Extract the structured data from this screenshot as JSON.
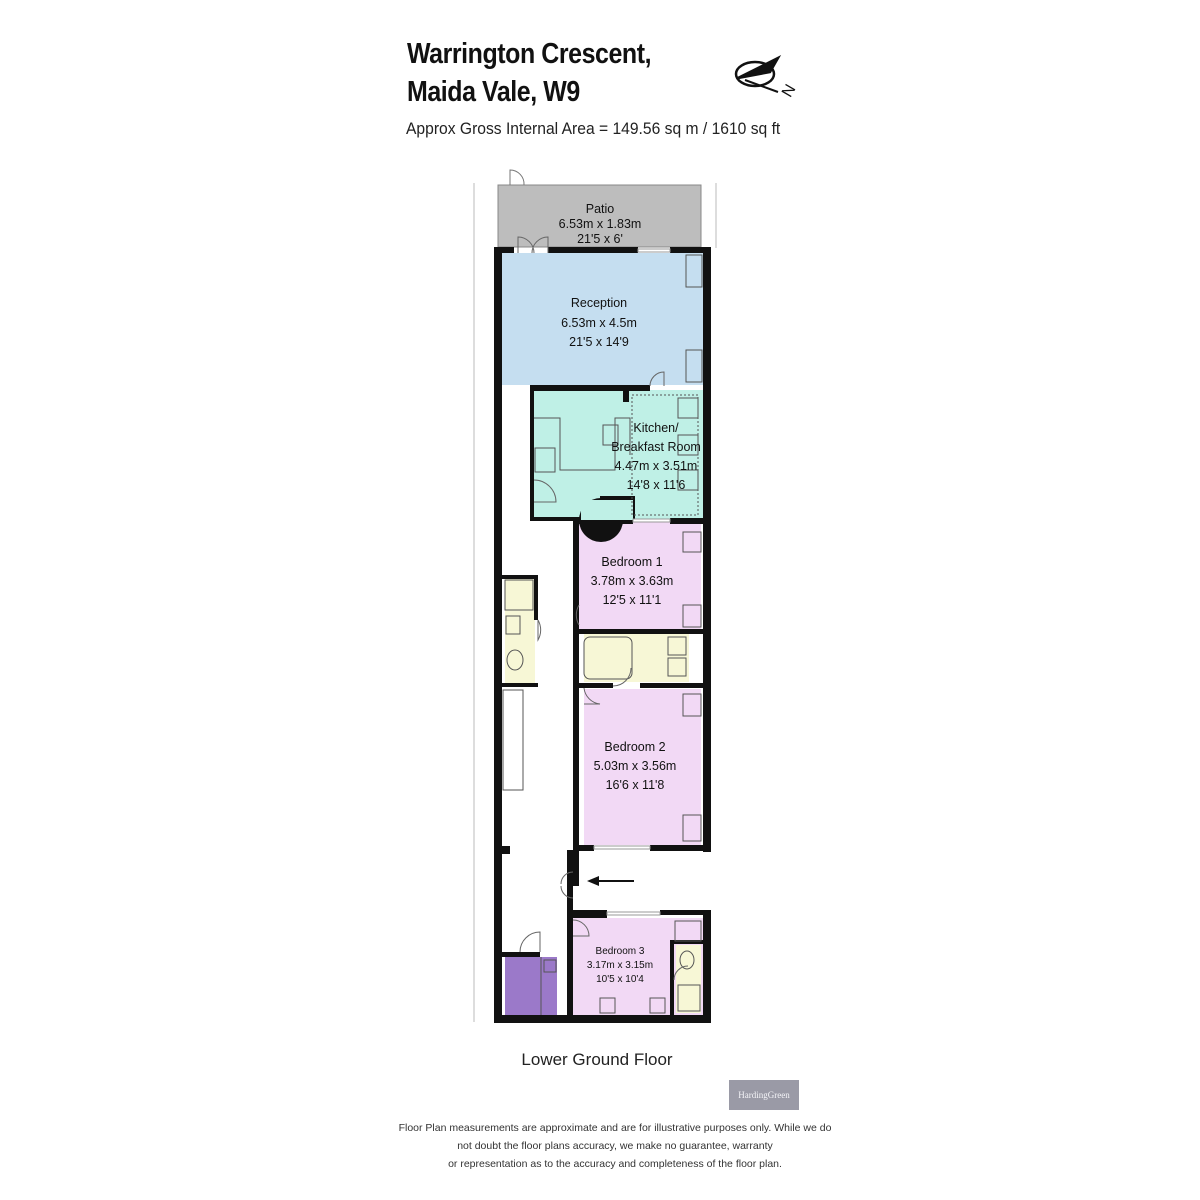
{
  "header": {
    "title_line1": "Warrington Crescent,",
    "title_line2": "Maida Vale, W9",
    "area": "Approx Gross Internal Area = 149.56 sq m / 1610 sq ft"
  },
  "rooms": {
    "patio": {
      "name": "Patio",
      "metric": "6.53m x 1.83m",
      "imperial": "21'5 x 6'"
    },
    "reception": {
      "name": "Reception",
      "metric": "6.53m x 4.5m",
      "imperial": "21'5 x 14'9"
    },
    "kitchen": {
      "name_line1": "Kitchen/",
      "name_line2": "Breakfast Room",
      "metric": "4.47m x 3.51m",
      "imperial": "14'8 x 11'6"
    },
    "bedroom1": {
      "name": "Bedroom 1",
      "metric": "3.78m x 3.63m",
      "imperial": "12'5 x 11'1"
    },
    "bedroom2": {
      "name": "Bedroom 2",
      "metric": "5.03m x 3.56m",
      "imperial": "16'6 x 11'8"
    },
    "bedroom3": {
      "name": "Bedroom 3",
      "metric": "3.17m x 3.15m",
      "imperial": "10'5 x 10'4"
    }
  },
  "colors": {
    "patio": "#bdbdbd",
    "reception": "#c5def0",
    "kitchen": "#bff0e6",
    "bedroom": "#f2d9f5",
    "bathroom": "#f7f7d6",
    "storage": "#9b79c9",
    "wall": "#111111"
  },
  "floor_label": "Lower Ground Floor",
  "logo_text": "HardingGreen",
  "compass": {
    "letter": "N"
  },
  "disclaimer": {
    "line1": "Floor Plan measurements are approximate and are for illustrative  purposes only. While we do",
    "line2": "not doubt the floor plans accuracy, we make no guarantee, warranty",
    "line3": "or representation as to the accuracy and completeness of the floor plan."
  }
}
